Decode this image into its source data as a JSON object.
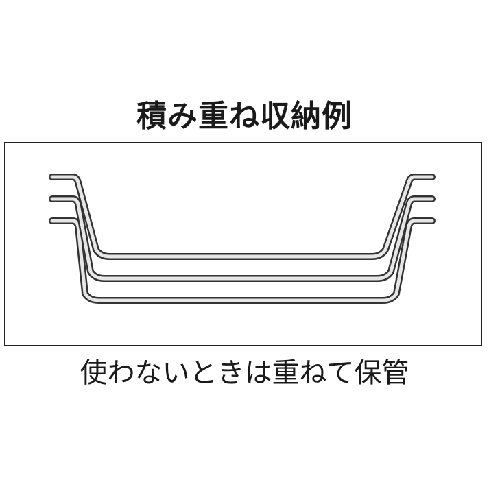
{
  "title": "積み重ね収納例",
  "caption": "使わないときは重ねて保管",
  "illustration": {
    "subject": "stacked-trays",
    "tray_count": 3,
    "stroke_color": "#333333",
    "fill_color": "#e6e6e6"
  }
}
